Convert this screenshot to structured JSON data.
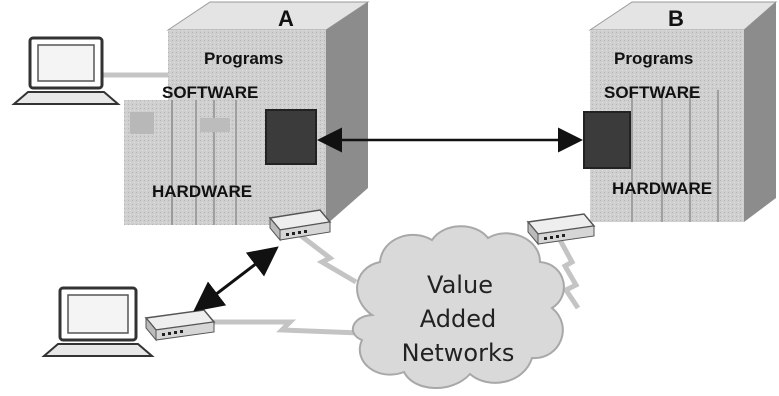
{
  "systems": {
    "a": {
      "letter": "A",
      "programs": "Programs",
      "software": "SOFTWARE",
      "hardware": "HARDWARE"
    },
    "b": {
      "letter": "B",
      "programs": "Programs",
      "software": "SOFTWARE",
      "hardware": "HARDWARE"
    }
  },
  "cloud": {
    "line1": "Value",
    "line2": "Added",
    "line3": "Networks"
  },
  "colors": {
    "cabinet_front": "#cfcfcf",
    "cabinet_side": "#8c8c8c",
    "cabinet_top": "#e6e6e6",
    "interface_box": "#3b3b3b",
    "cloud_fill": "#d9d9d9",
    "link_line": "#bdbdbd",
    "arrow": "#111111"
  }
}
